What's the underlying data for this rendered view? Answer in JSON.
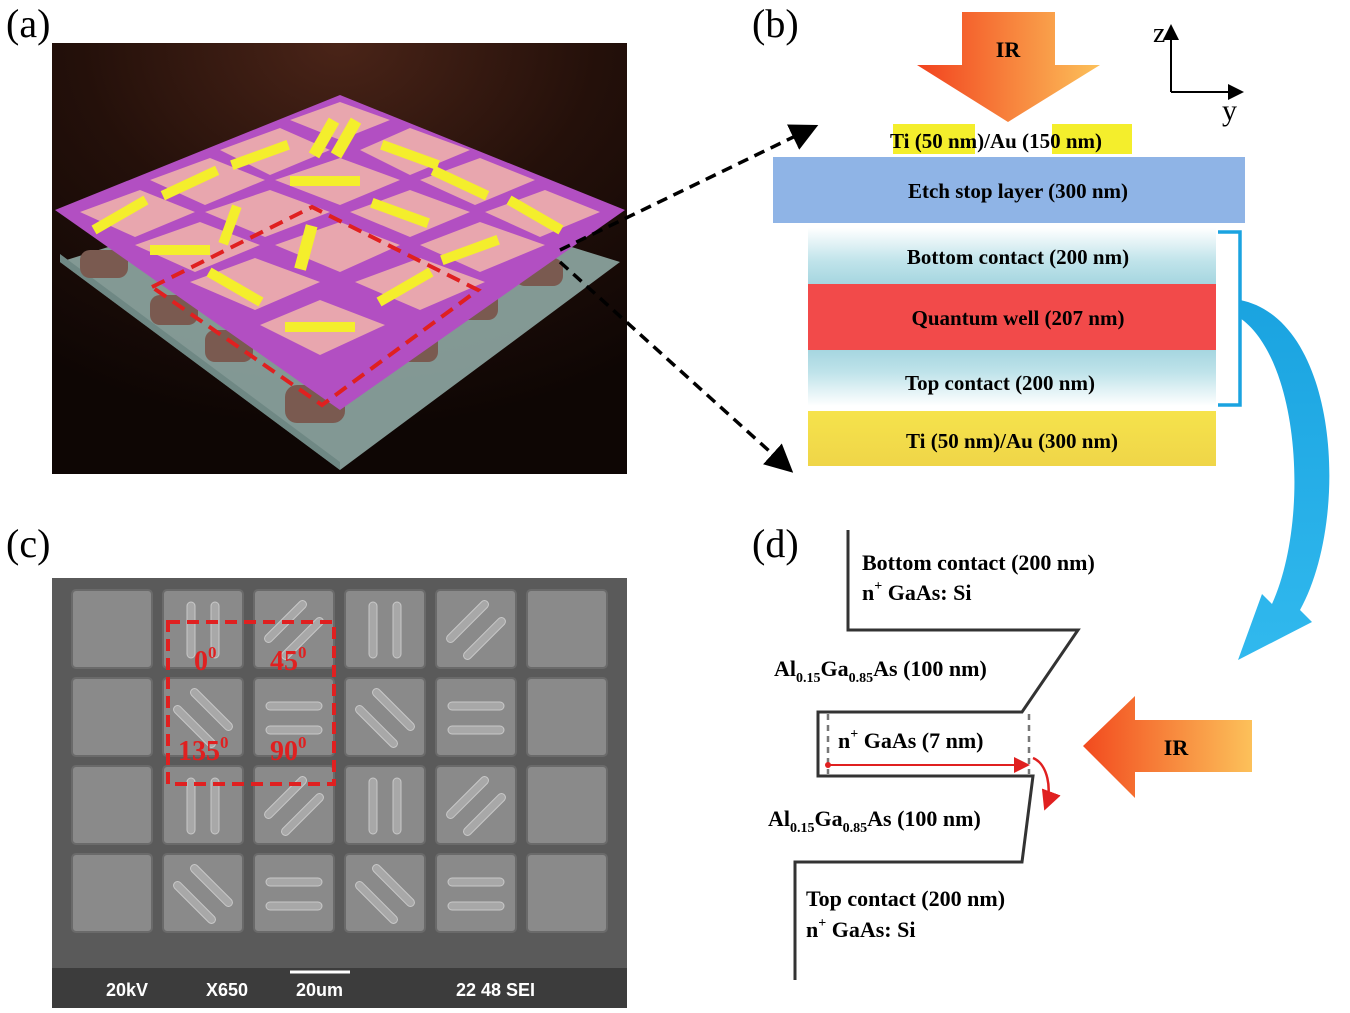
{
  "panels": {
    "a": "(a)",
    "b": "(b)",
    "c": "(c)",
    "d": "(d)"
  },
  "panel_b": {
    "ir_label": "IR",
    "axis_z": "z",
    "axis_y": "y",
    "top_metal": {
      "ti": "Ti (50 nm)",
      "sep": "/Au (",
      "au": "150 nm",
      "end": ")"
    },
    "layers": [
      {
        "label": "Etch stop layer (300 nm)",
        "color": "#8fb4e6"
      },
      {
        "label": "Bottom contact (200 nm)",
        "color": "#bfe3ea"
      },
      {
        "label": "Quantum well (207 nm)",
        "color": "#f24a4a"
      },
      {
        "label": "Top contact (200 nm)",
        "color": "#bfe3ea"
      },
      {
        "label": "Ti (50 nm)/Au (300 nm)",
        "color": "#f2e14a"
      }
    ]
  },
  "panel_c": {
    "angles": [
      "0",
      "45",
      "135",
      "90"
    ],
    "angle_sup": "0",
    "footer": {
      "voltage": "20kV",
      "mag": "X650",
      "scale": "20um",
      "info": "22 48 SEI"
    }
  },
  "panel_d": {
    "bottom_contact": {
      "line1": "Bottom contact (200 nm)",
      "line2_pre": "n",
      "line2_sup": "+",
      "line2_post": " GaAs: Si"
    },
    "barrier_top": {
      "al": "Al",
      "sub1": "0.15",
      "ga": "Ga",
      "sub2": "0.85",
      "rest": "As (100 nm)"
    },
    "well": {
      "pre": "n",
      "sup": "+",
      "post": " GaAs (7 nm)"
    },
    "barrier_bottom": {
      "al": "Al",
      "sub1": "0.15",
      "ga": "Ga",
      "sub2": "0.85",
      "rest": "As (100 nm)"
    },
    "top_contact": {
      "line1": "Top contact (200 nm)",
      "line2_pre": "n",
      "line2_sup": "+",
      "line2_post": " GaAs: Si"
    },
    "ir_label": "IR"
  }
}
